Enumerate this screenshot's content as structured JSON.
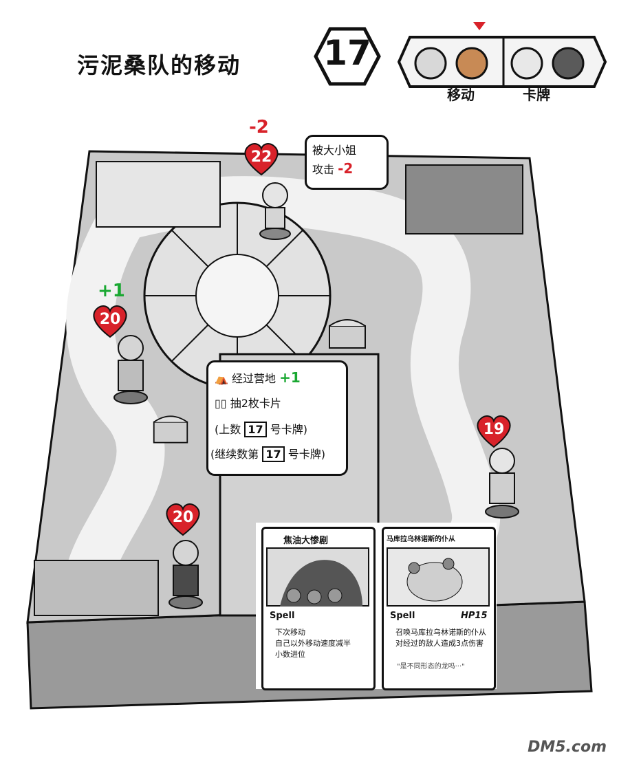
{
  "header": {
    "title": "污泥桑队的移动",
    "round_number": "17",
    "phase_labels": [
      "移动",
      "卡牌"
    ]
  },
  "board": {
    "hp_badges": [
      {
        "value": "22",
        "delta": "-2"
      },
      {
        "value": "20",
        "delta": "+1"
      },
      {
        "value": "19",
        "delta": ""
      },
      {
        "value": "20",
        "delta": ""
      }
    ],
    "attack_bubble": {
      "line1": "被大小姐",
      "line2_prefix": "攻击",
      "line2_delta": "-2"
    },
    "info_bubble": {
      "line1": "经过营地",
      "line1_delta": "+1",
      "line2": "抽2枚卡片",
      "line3_pre": "(上数",
      "line3_num": "17",
      "line3_post": "号卡牌)",
      "line4_pre": "(继续数第",
      "line4_num": "17",
      "line4_post": "号卡牌)"
    }
  },
  "cards": [
    {
      "title": "焦油大惨剧",
      "type": "Spell",
      "hp": "",
      "body": [
        "下次移动",
        "自己以外移动速度减半",
        "小数进位"
      ],
      "quote": ""
    },
    {
      "title": "马库拉乌林诺斯的仆从",
      "type": "Spell",
      "hp": "HP15",
      "body": [
        "召唤马库拉乌林诺斯的仆从",
        "对经过的敌人造成3点伤害"
      ],
      "quote": "\"是不同形态的龙吗···\""
    }
  ],
  "watermark": "DM5.com",
  "colors": {
    "heart": "#d8222a",
    "plus": "#1aa832"
  }
}
